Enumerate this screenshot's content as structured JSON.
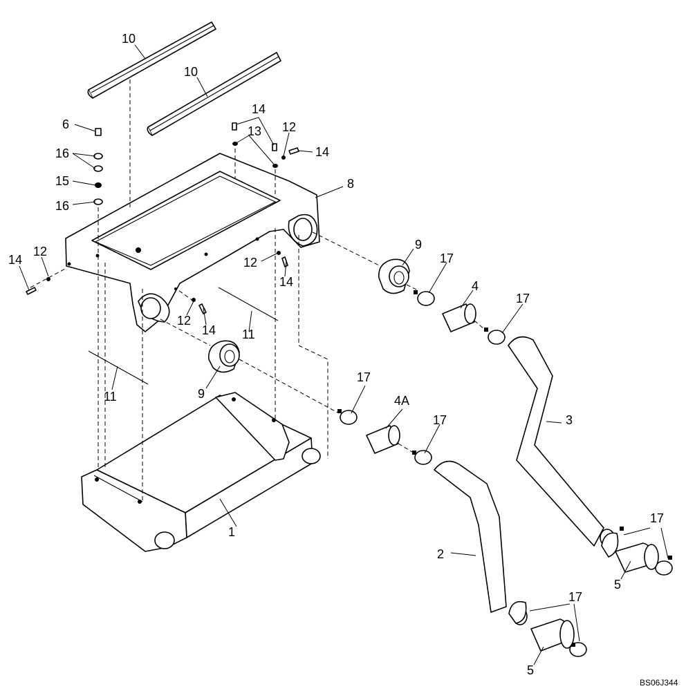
{
  "diagram": {
    "reference_code": "BS06J344",
    "callouts": [
      {
        "id": "c1",
        "text": "10"
      },
      {
        "id": "c2",
        "text": "10"
      },
      {
        "id": "c3",
        "text": "6"
      },
      {
        "id": "c4",
        "text": "16"
      },
      {
        "id": "c5",
        "text": "15"
      },
      {
        "id": "c6",
        "text": "16"
      },
      {
        "id": "c7",
        "text": "14"
      },
      {
        "id": "c8",
        "text": "13"
      },
      {
        "id": "c9",
        "text": "12"
      },
      {
        "id": "c10",
        "text": "14"
      },
      {
        "id": "c11",
        "text": "8"
      },
      {
        "id": "c12",
        "text": "14"
      },
      {
        "id": "c13",
        "text": "12"
      },
      {
        "id": "c14",
        "text": "12"
      },
      {
        "id": "c15",
        "text": "14"
      },
      {
        "id": "c16",
        "text": "12"
      },
      {
        "id": "c17",
        "text": "14"
      },
      {
        "id": "c18",
        "text": "11"
      },
      {
        "id": "c19",
        "text": "11"
      },
      {
        "id": "c20",
        "text": "9"
      },
      {
        "id": "c21",
        "text": "9"
      },
      {
        "id": "c22",
        "text": "17"
      },
      {
        "id": "c23",
        "text": "4"
      },
      {
        "id": "c24",
        "text": "17"
      },
      {
        "id": "c25",
        "text": "17"
      },
      {
        "id": "c26",
        "text": "4A"
      },
      {
        "id": "c27",
        "text": "17"
      },
      {
        "id": "c28",
        "text": "3"
      },
      {
        "id": "c29",
        "text": "1"
      },
      {
        "id": "c30",
        "text": "2"
      },
      {
        "id": "c31",
        "text": "17"
      },
      {
        "id": "c32",
        "text": "5"
      },
      {
        "id": "c33",
        "text": "17"
      },
      {
        "id": "c34",
        "text": "5"
      }
    ]
  }
}
